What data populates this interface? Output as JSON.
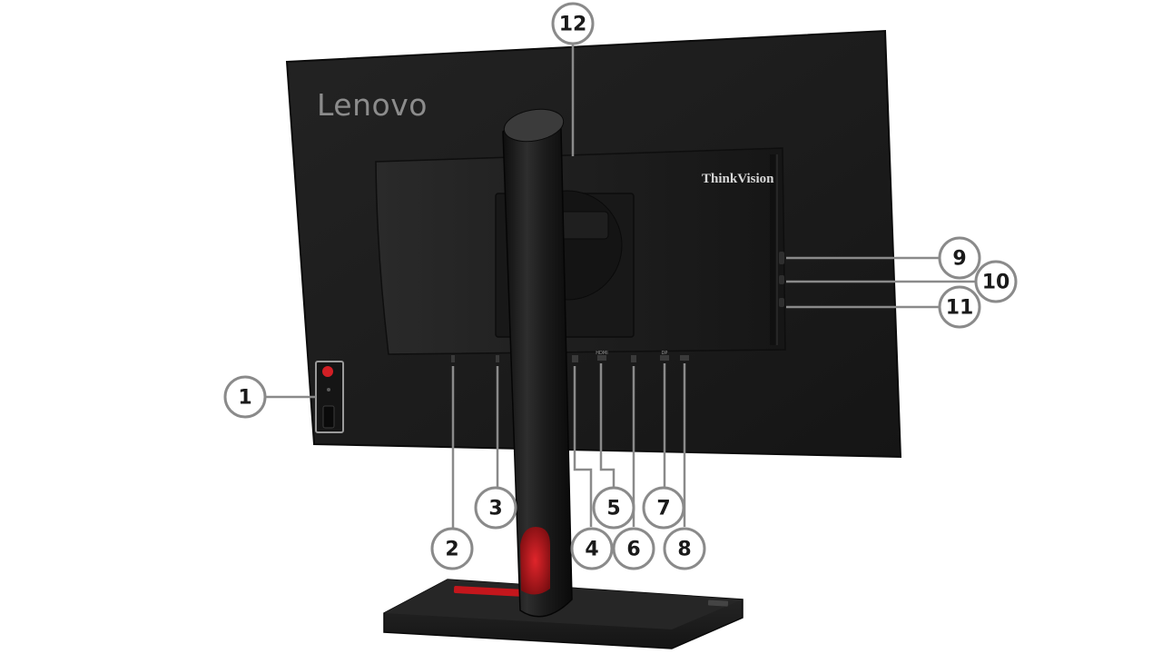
{
  "brand": {
    "lenovo": "Lenovo",
    "thinkvision": "ThinkVision"
  },
  "port_labels": {
    "hdmi": "HDMI",
    "dp": "DP"
  },
  "callouts": [
    {
      "label": "1"
    },
    {
      "label": "2"
    },
    {
      "label": "3"
    },
    {
      "label": "4"
    },
    {
      "label": "5"
    },
    {
      "label": "6"
    },
    {
      "label": "7"
    },
    {
      "label": "8"
    },
    {
      "label": "9"
    },
    {
      "label": "10"
    },
    {
      "label": "11"
    },
    {
      "label": "12"
    }
  ],
  "colors": {
    "background": "#ffffff",
    "panel_back": "#1e1e1e",
    "accent_red": "#c4161c",
    "callout_stroke": "#8a8a8a"
  }
}
